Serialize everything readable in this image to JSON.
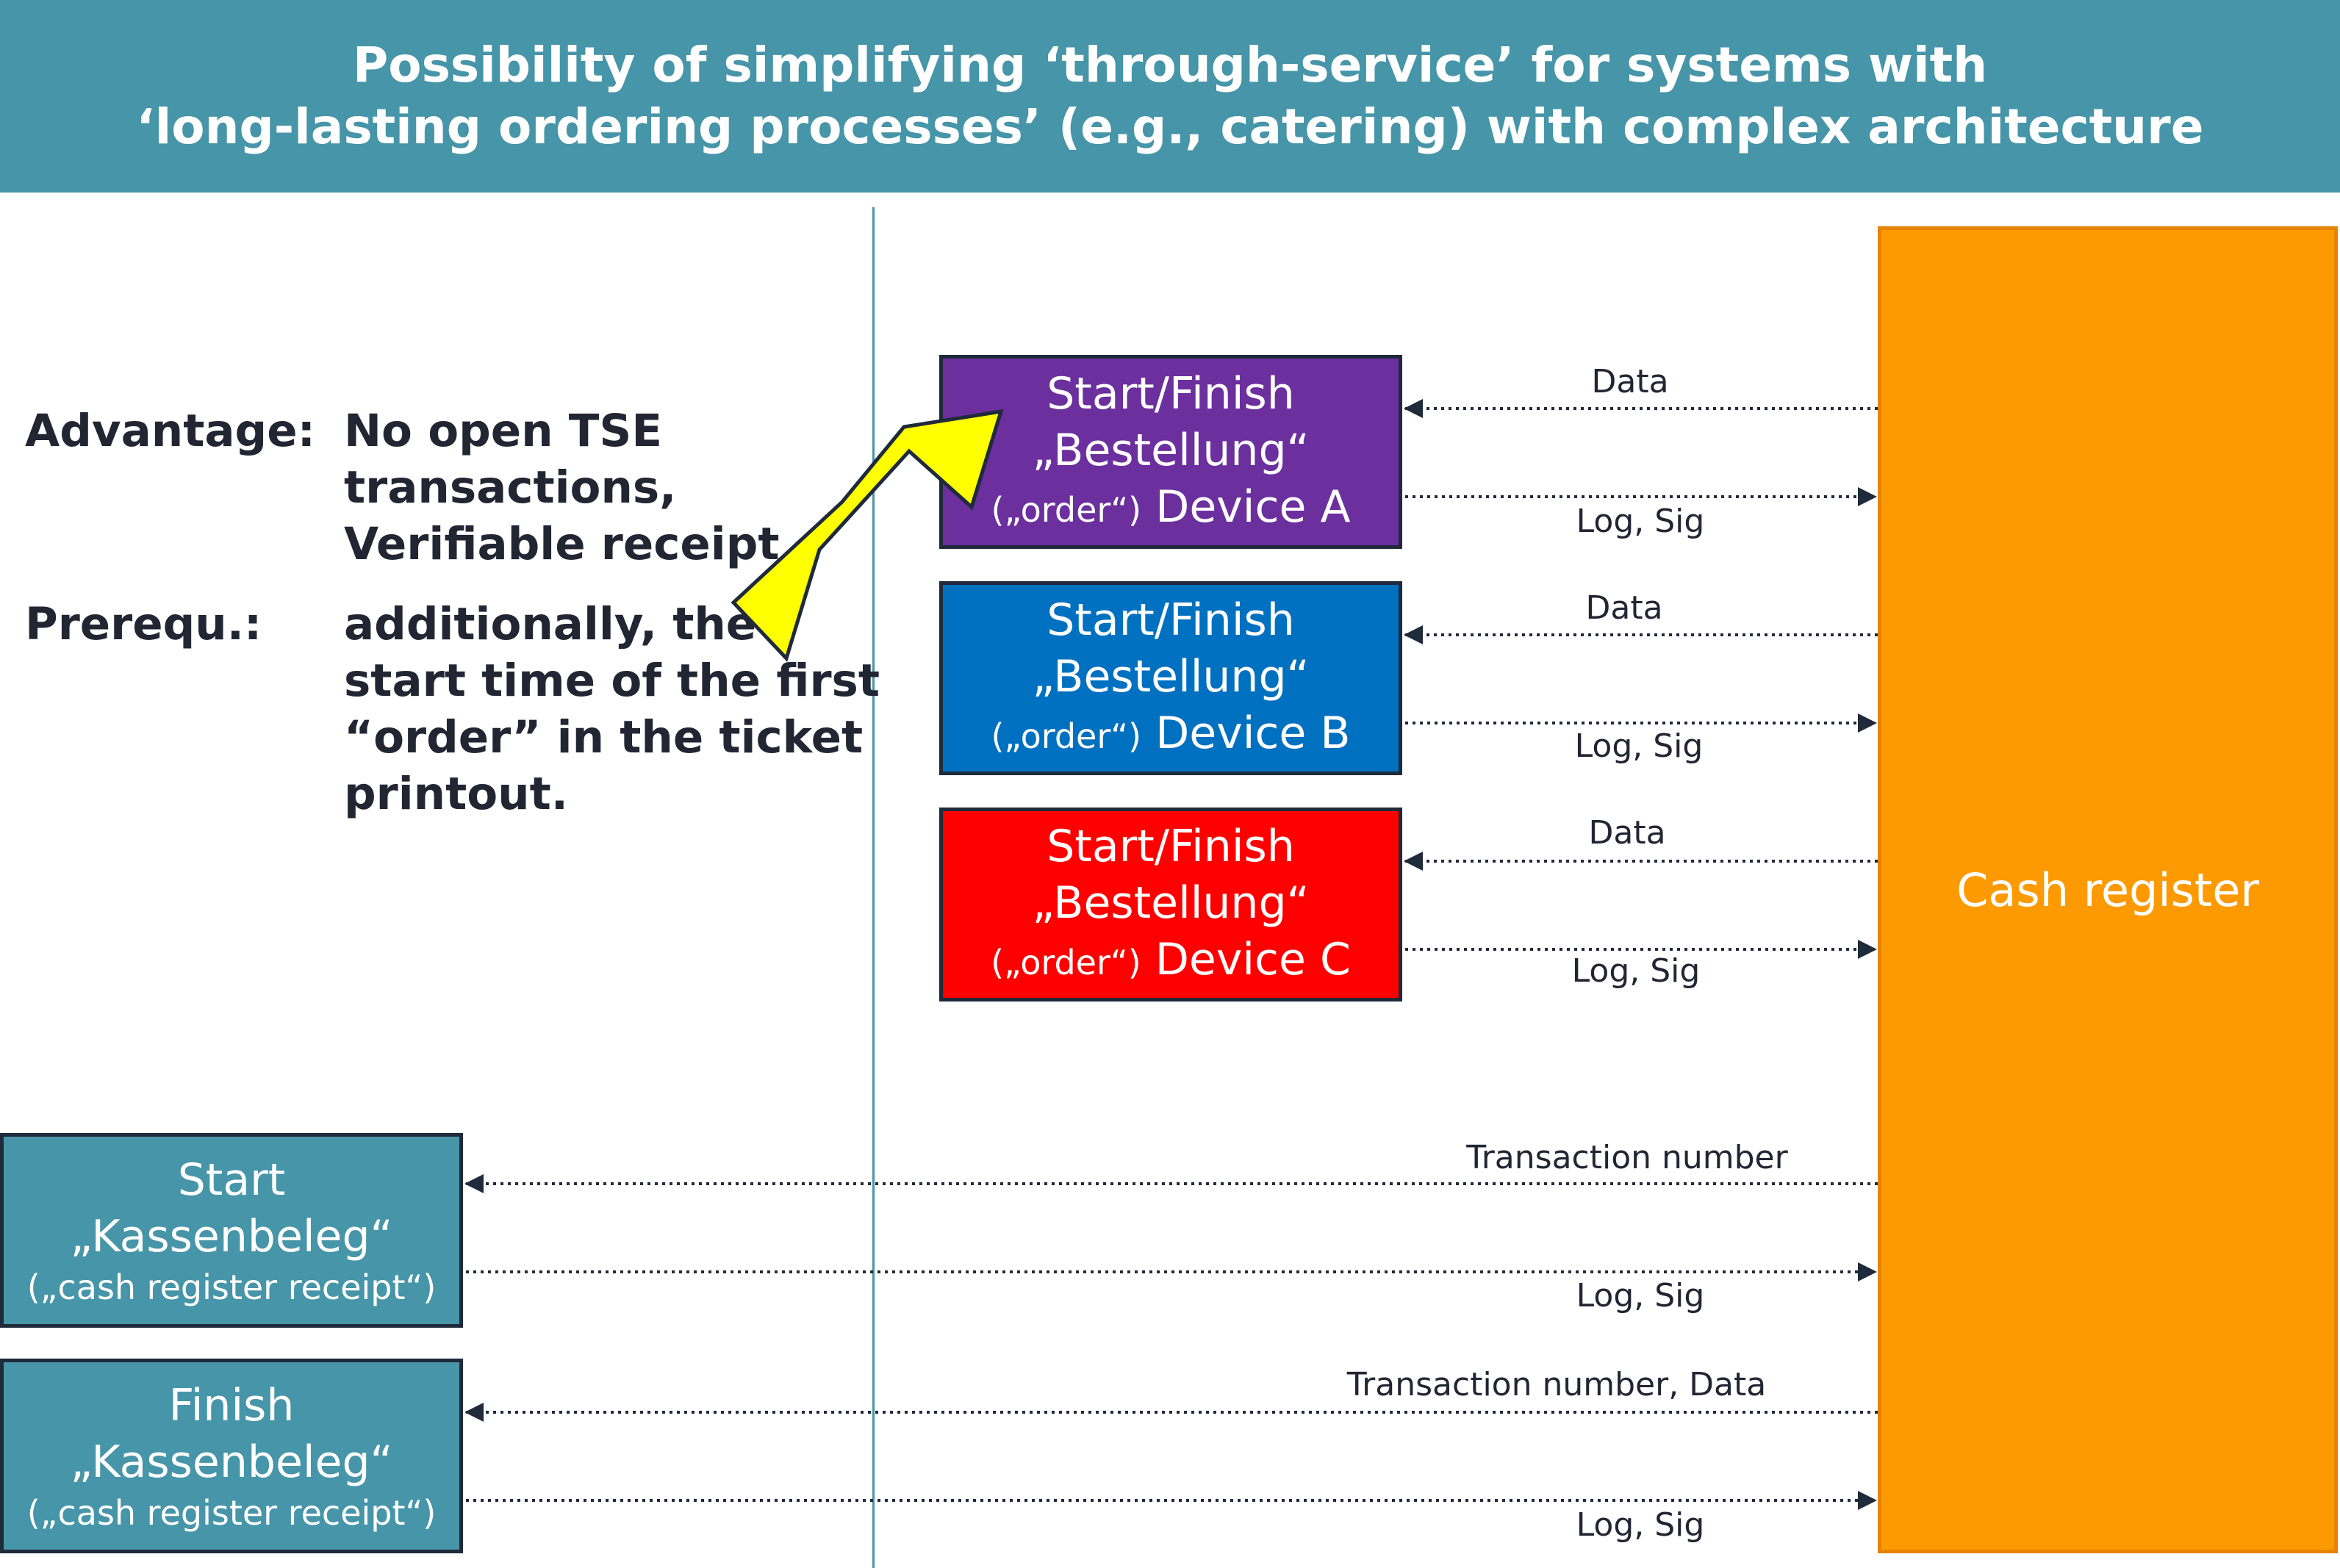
{
  "title": {
    "line1": "Possibility of simplifying ‘through-service’ for systems with",
    "line2": "‘long-lasting ordering processes’ (e.g., catering) with complex architecture"
  },
  "advantage": {
    "heading": "Advantage:",
    "lines": [
      "No open TSE",
      "transactions,",
      "Verifiable receipt"
    ]
  },
  "prerequisite": {
    "heading": "Prerequ.:",
    "lines": [
      "additionally, the",
      "start time of the first",
      "“order” in the ticket",
      "printout."
    ]
  },
  "devices": [
    {
      "line1": "Start/Finish",
      "line2": "„Bestellung“",
      "line3_small": "(„order“)",
      "line3_main": "Device A",
      "color": "#6c2f9e",
      "data_label": "Data",
      "log_label": "Log, Sig"
    },
    {
      "line1": "Start/Finish",
      "line2": "„Bestellung“",
      "line3_small": "(„order“)",
      "line3_main": "Device B",
      "color": "#0070c0",
      "data_label": "Data",
      "log_label": "Log, Sig"
    },
    {
      "line1": "Start/Finish",
      "line2": "„Bestellung“",
      "line3_small": "(„order“)",
      "line3_main": "Device C",
      "color": "#ff0000",
      "data_label": "Data",
      "log_label": "Log, Sig"
    }
  ],
  "receipts": [
    {
      "line1": "Start",
      "line2": "„Kassenbeleg“",
      "line3": "(„cash register receipt“)",
      "in_label": "Transaction number",
      "log_label": "Log, Sig"
    },
    {
      "line1": "Finish",
      "line2": "„Kassenbeleg“",
      "line3": "(„cash register receipt“)",
      "in_label": "Transaction number, Data",
      "log_label": "Log, Sig"
    }
  ],
  "cash_register": {
    "label": "Cash register",
    "color": "#fd9a01"
  },
  "colors": {
    "header": "#4695a8",
    "highlight_arrow": "#ffff00",
    "text": "#222633"
  }
}
